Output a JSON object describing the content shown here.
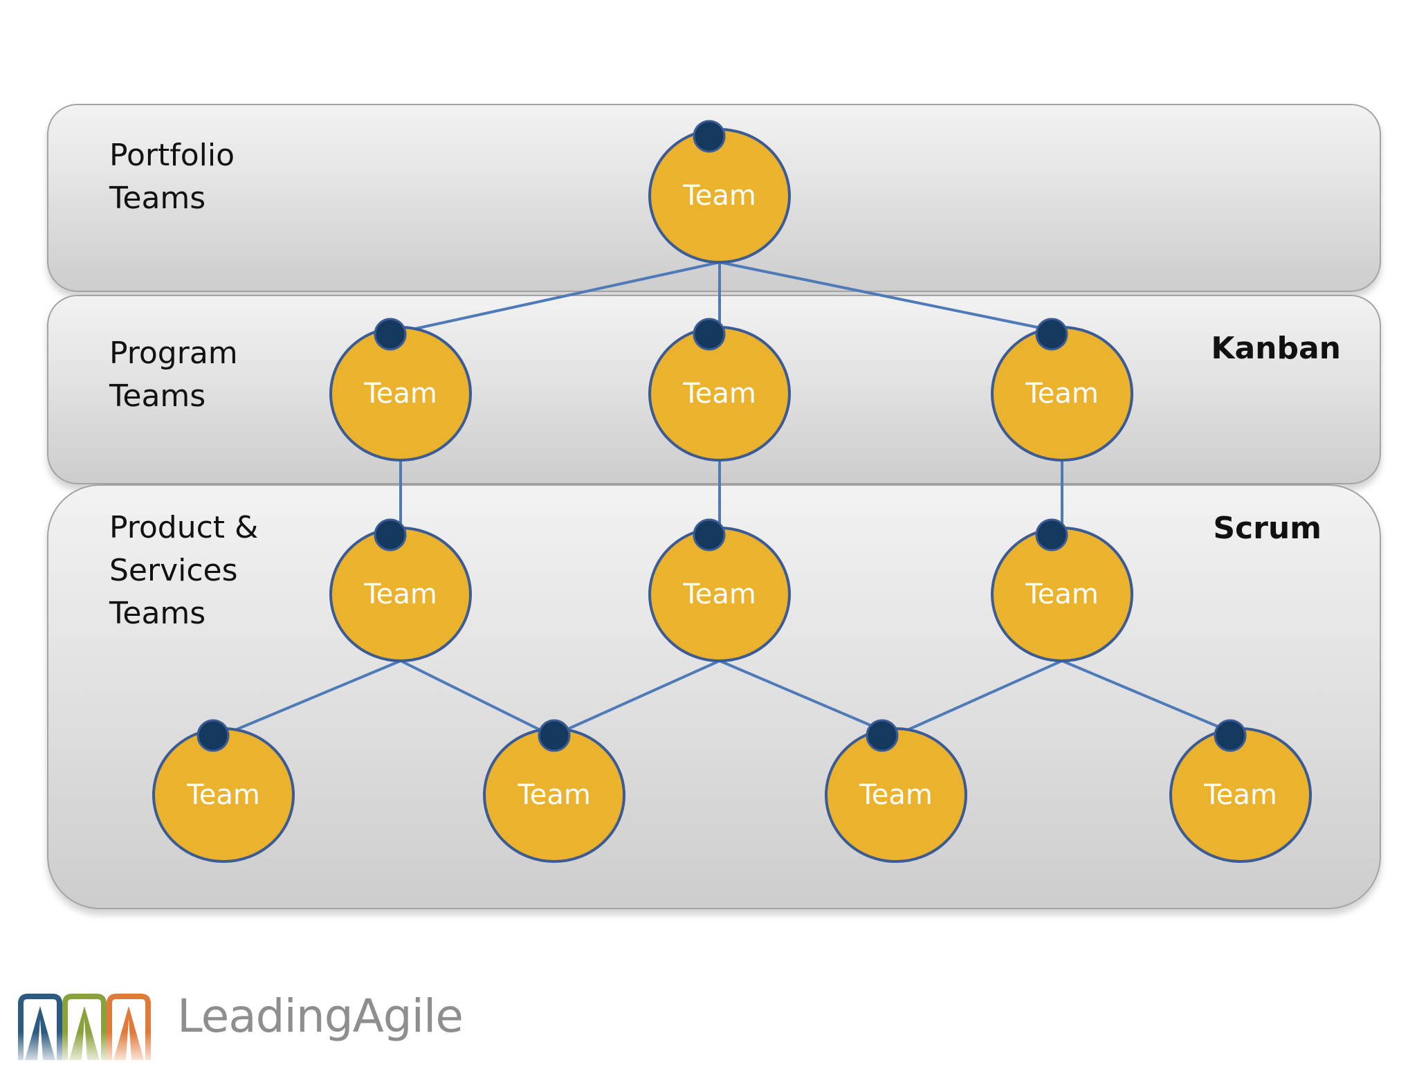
{
  "bands": [
    {
      "id": "portfolio",
      "label": "Portfolio\nTeams"
    },
    {
      "id": "program",
      "label": "Program\nTeams",
      "method": "Kanban"
    },
    {
      "id": "product",
      "label": "Product &\nServices\nTeams",
      "method": "Scrum"
    }
  ],
  "node_label": "Team",
  "colors": {
    "node_fill": "#ebb22e",
    "node_stroke": "#3a5b94",
    "connector_dot": "#15385e",
    "edge": "#4f7ab8",
    "band_border": "#a3a3a3"
  },
  "nodes": [
    {
      "id": "portfolio-team",
      "level": "portfolio",
      "label": "Team"
    },
    {
      "id": "program-team-1",
      "level": "program",
      "label": "Team"
    },
    {
      "id": "program-team-2",
      "level": "program",
      "label": "Team"
    },
    {
      "id": "program-team-3",
      "level": "program",
      "label": "Team"
    },
    {
      "id": "product-team-1",
      "level": "product",
      "label": "Team"
    },
    {
      "id": "product-team-2",
      "level": "product",
      "label": "Team"
    },
    {
      "id": "product-team-3",
      "level": "product",
      "label": "Team"
    },
    {
      "id": "service-team-1",
      "level": "product",
      "label": "Team"
    },
    {
      "id": "service-team-2",
      "level": "product",
      "label": "Team"
    },
    {
      "id": "service-team-3",
      "level": "product",
      "label": "Team"
    },
    {
      "id": "service-team-4",
      "level": "product",
      "label": "Team"
    }
  ],
  "edges": [
    [
      "portfolio-team",
      "program-team-1"
    ],
    [
      "portfolio-team",
      "program-team-2"
    ],
    [
      "portfolio-team",
      "program-team-3"
    ],
    [
      "program-team-1",
      "product-team-1"
    ],
    [
      "program-team-2",
      "product-team-2"
    ],
    [
      "program-team-3",
      "product-team-3"
    ],
    [
      "product-team-1",
      "service-team-1"
    ],
    [
      "product-team-1",
      "service-team-2"
    ],
    [
      "product-team-2",
      "service-team-2"
    ],
    [
      "product-team-2",
      "service-team-3"
    ],
    [
      "product-team-3",
      "service-team-3"
    ],
    [
      "product-team-3",
      "service-team-4"
    ]
  ],
  "logo": {
    "text": "LeadingAgile",
    "mark_colors": [
      "#2d5a80",
      "#8aa23c",
      "#e07a3a"
    ]
  }
}
